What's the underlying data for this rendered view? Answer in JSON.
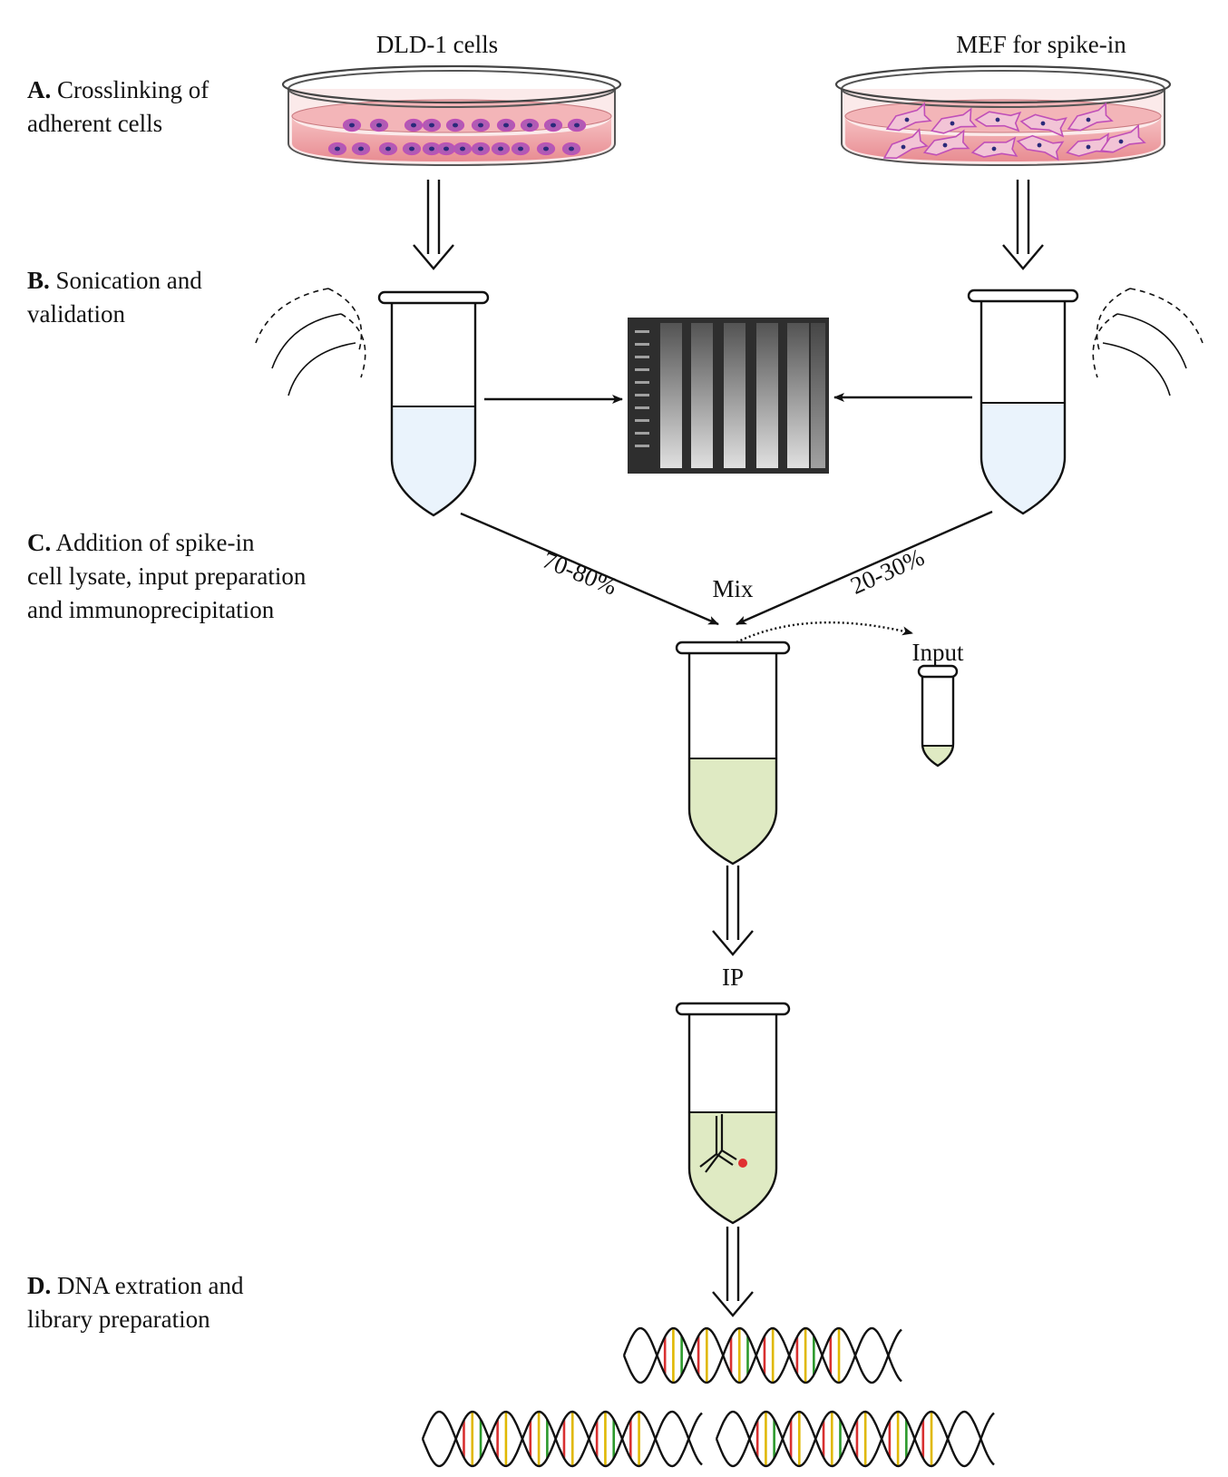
{
  "labels": {
    "dld1": "DLD-1 cells",
    "mef": "MEF for spike-in",
    "mix": "Mix",
    "input": "Input",
    "ip": "IP",
    "pct_left": "70-80%",
    "pct_right": "20-30%"
  },
  "steps": {
    "a": {
      "letter": "A.",
      "line1": " Crosslinking of",
      "line2": "adherent cells"
    },
    "b": {
      "letter": "B.",
      "line1": " Sonication and",
      "line2": "validation"
    },
    "c": {
      "letter": "C.",
      "line1": " Addition of spike-in",
      "line2": "cell lysate, input preparation",
      "line3": "and immunoprecipitation"
    },
    "d": {
      "letter": "D.",
      "line1": " DNA extration and",
      "line2": "library preparation"
    }
  },
  "colors": {
    "dish_medium": "#ef9a9e",
    "dld1_cell_fill": "#b05bb4",
    "cell_outline": "#c04fb8",
    "nucleus": "#2a2a7a",
    "sonicated_lysate": "#eaf3fc",
    "mixed_lysate": "#dfeac3",
    "gel_background": "#3a3a3a",
    "antibody_tag": "#e03030"
  },
  "icons": [
    "petri-dish-icon",
    "microtube-icon",
    "sonication-wave-icon",
    "gel-image-icon",
    "antibody-icon",
    "dna-helix-icon",
    "double-arrow-icon"
  ]
}
